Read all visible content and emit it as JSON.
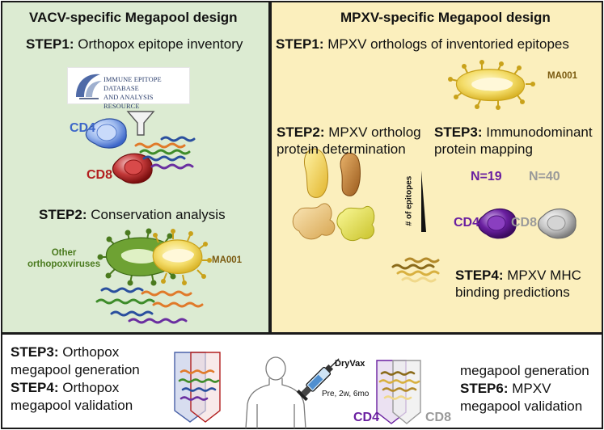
{
  "left": {
    "title": "VACV-specific Megapool design",
    "step1_label": "STEP1:",
    "step1_text": "Orthopox epitope inventory",
    "iedb_logo_line1": "IMMUNE EPITOPE DATABASE",
    "iedb_logo_line2": "AND ANALYSIS RESOURCE",
    "cd4": "CD4",
    "cd8": "CD8",
    "step2_label": "STEP2:",
    "step2_text": "Conservation analysis",
    "other_line1": "Other",
    "other_line2": "orthopoxviruses",
    "ma001": "MA001"
  },
  "right": {
    "title": "MPXV-specific Megapool design",
    "step1_label": "STEP1:",
    "step1_text": "MPXV orthologs of inventoried epitopes",
    "ma001": "MA001",
    "step2_label": "STEP2:",
    "step2_line1": "MPXV ortholog",
    "step2_line2": "protein determination",
    "step3_label": "STEP3:",
    "step3_line1": "Immunodominant",
    "step3_line2": "protein mapping",
    "epitopes_axis": "# of epitopes",
    "n_cd4": "N=19",
    "n_cd8": "N=40",
    "cd4": "CD4",
    "cd8": "CD8",
    "step4_label": "STEP4:",
    "step4_line1": "MPXV MHC",
    "step4_line2": "binding predictions"
  },
  "bottom": {
    "step3_label": "STEP3:",
    "step3_line1": "Orthopox",
    "step3_line2": "megapool generation",
    "step4_label": "STEP4:",
    "step4_line1": "Orthopox",
    "step4_line2": "megapool validation",
    "vaccine": "DryVax",
    "timepoints": "Pre, 2w, 6mo",
    "cd4": "CD4",
    "cd8": "CD8",
    "right_line1": "megapool generation",
    "step6_label": "STEP6:",
    "step6_line1": "MPXV",
    "step6_line2": "megapool validation"
  },
  "colors": {
    "left_bg": "#dcebd2",
    "right_bg": "#fbefbd",
    "cd4_blue": "#3d67c9",
    "cd8_red": "#b21f1f",
    "cd4_purple": "#6a1fa0",
    "cd8_gray": "#9a9a9a",
    "ma001_text": "#7a5a10",
    "other_green": "#4a7a1e"
  }
}
